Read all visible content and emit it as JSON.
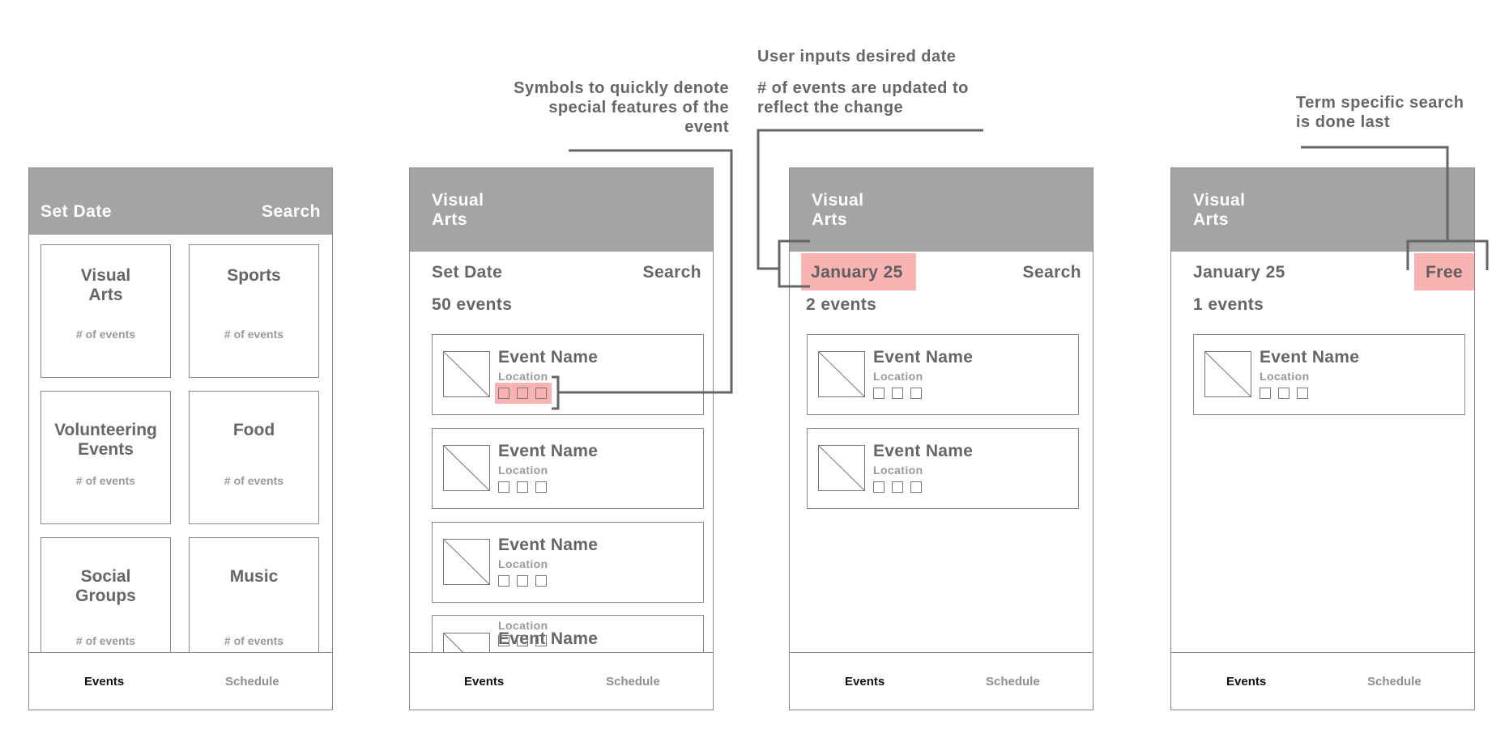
{
  "annotations": {
    "symbols": [
      "Symbols to quickly denote",
      "special features of the",
      "event"
    ],
    "user_inputs": "User inputs desired date",
    "events_updated": [
      "# of events are updated to",
      "reflect the change"
    ],
    "term_search": [
      "Term specific search",
      "is done last"
    ]
  },
  "screen1": {
    "header_left": "Set Date",
    "header_right": "Search",
    "tiles": [
      {
        "name_l1": "Visual",
        "name_l2": "Arts",
        "count": "# of events"
      },
      {
        "name_l1": "Sports",
        "name_l2": "",
        "count": "# of events"
      },
      {
        "name_l1": "Volunteering",
        "name_l2": "Events",
        "count": "# of events"
      },
      {
        "name_l1": "Food",
        "name_l2": "",
        "count": "# of events"
      },
      {
        "name_l1": "Social",
        "name_l2": "Groups",
        "count": "# of events"
      },
      {
        "name_l1": "Music",
        "name_l2": "",
        "count": "# of events"
      }
    ]
  },
  "screen2": {
    "title_l1": "Visual",
    "title_l2": "Arts",
    "date": "Set Date",
    "search": "Search",
    "count": "50 events"
  },
  "screen3": {
    "title_l1": "Visual",
    "title_l2": "Arts",
    "date": "January 25",
    "search": "Search",
    "count": "2 events"
  },
  "screen4": {
    "title_l1": "Visual",
    "title_l2": "Arts",
    "date": "January 25",
    "search": "Free",
    "count": "1 events"
  },
  "event_card": {
    "name": "Event Name",
    "location": "Location"
  },
  "tabs": {
    "events": "Events",
    "schedule": "Schedule"
  },
  "colors": {
    "header": "#a4a4a4",
    "highlight": "#f9b3b3",
    "callout_line": "#666666"
  }
}
